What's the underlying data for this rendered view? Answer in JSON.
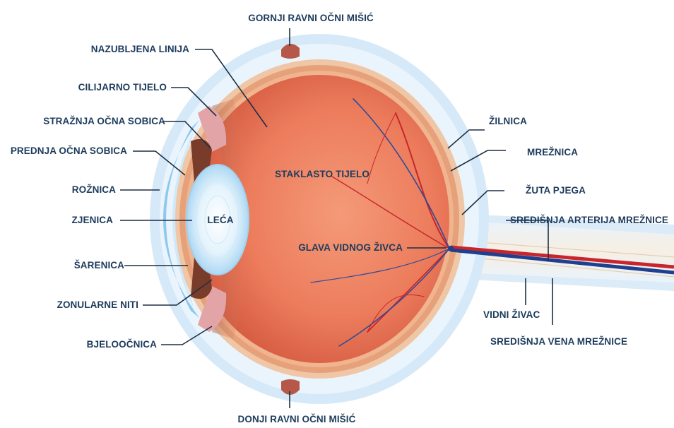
{
  "colors": {
    "label_text": "#1d3b5c",
    "sclera_halo": "#cfe5f7",
    "vitreous": "#ec7c5c",
    "vitreous_dark": "#d3583f",
    "artery": "#c8262c",
    "vein": "#1f3f8f",
    "lens": "#bfe2f6",
    "cornea": "#8fc8ef",
    "iris": "#7a3c2a"
  },
  "labels": {
    "superior_rectus": "GORNJI RAVNI OČNI MIŠIĆ",
    "ora_serrata": "NAZUBLJENA LINIJA",
    "ciliary_body": "CILIJARNO TIJELO",
    "posterior_chamber": "STRAŽNJA OČNA SOBICA",
    "anterior_chamber": "PREDNJA OČNA SOBICA",
    "cornea": "ROŽNICA",
    "pupil": "ZJENICA",
    "iris": "ŠARENICA",
    "zonular_fibers": "ZONULARNE NITI",
    "sclera": "BJELOOČNICA",
    "inferior_rectus": "DONJI RAVNI OČNI MIŠIĆ",
    "lens": "LEĆA",
    "vitreous_body": "STAKLASTO TIJELO",
    "optic_disc": "GLAVA VIDNOG ŽIVCA",
    "choroid": "ŽILNICA",
    "retina": "MREŽNICA",
    "macula": "ŽUTA PJEGA",
    "central_artery": "SREDIŠNJA ARTERIJA MREŽNICE",
    "optic_nerve": "VIDNI ŽIVAC",
    "central_vein": "SREDIŠNJA VENA MREŽNICE"
  }
}
